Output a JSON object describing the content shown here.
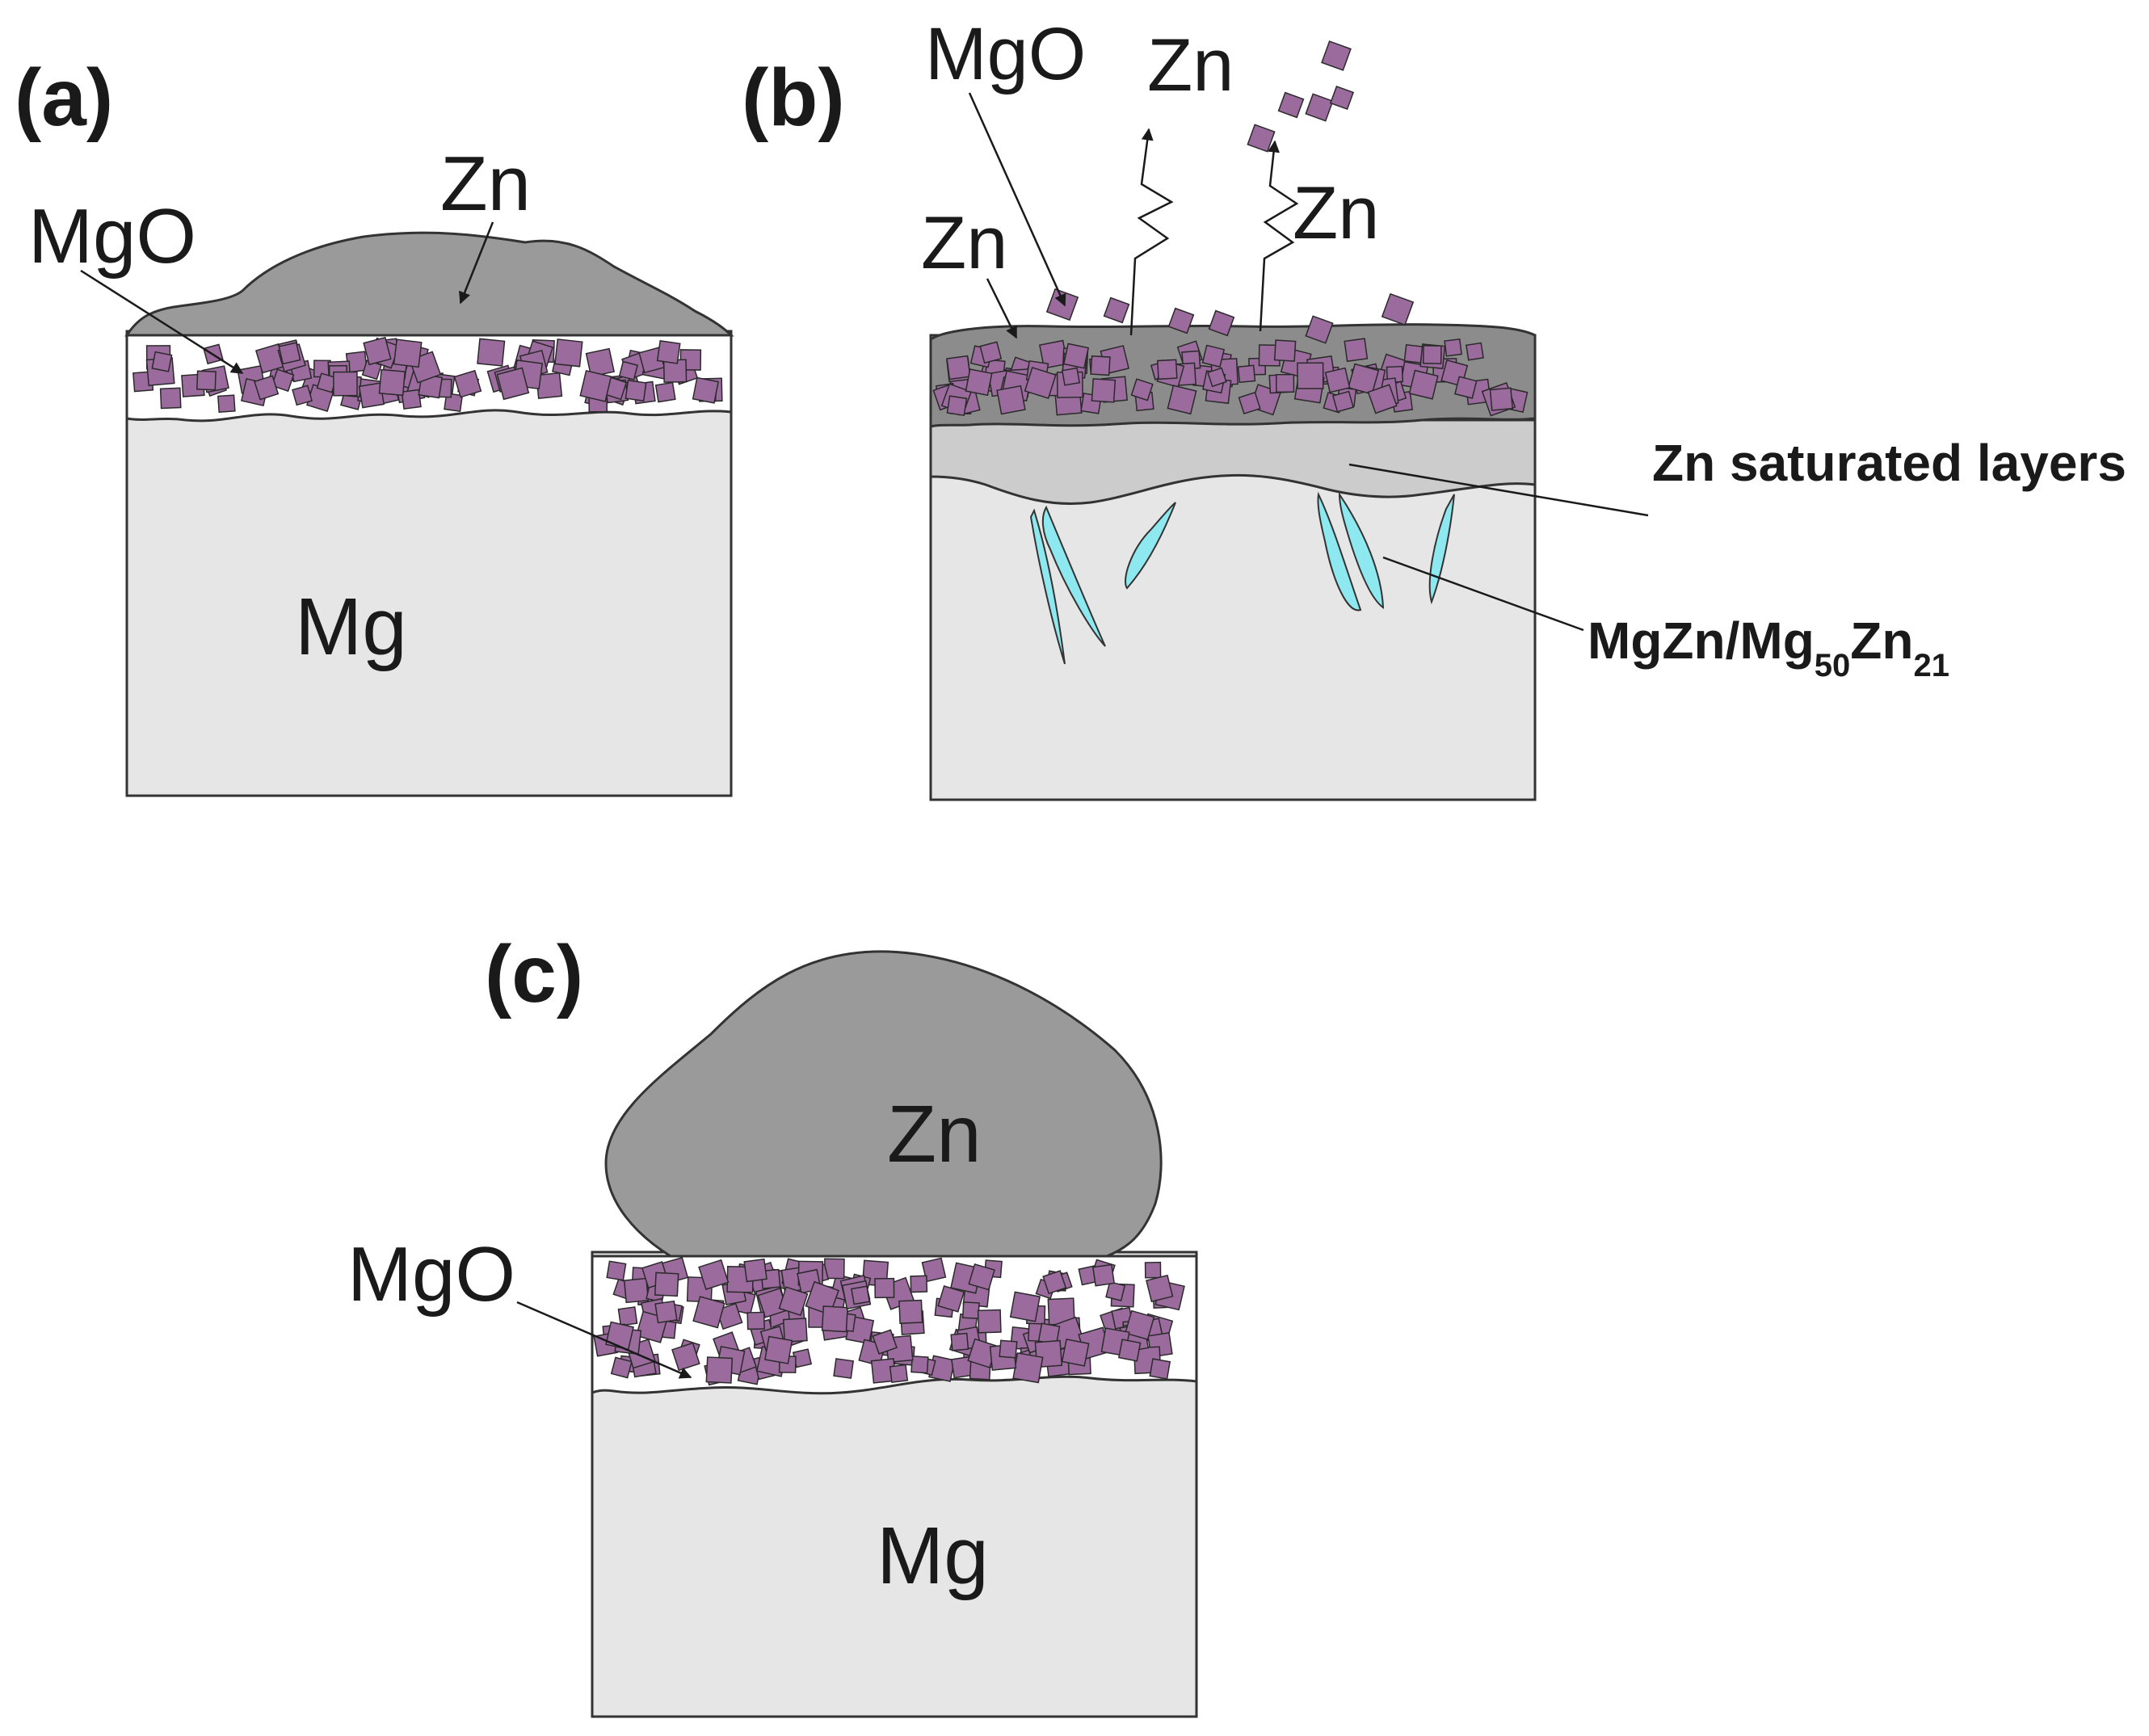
{
  "panels": {
    "a": {
      "label": "(a)",
      "zn_label": "Zn",
      "mgo_label": "MgO",
      "mg_label": "Mg"
    },
    "b": {
      "label": "(b)",
      "mgo_label": "MgO",
      "zn_left_label": "Zn",
      "zn_top_label": "Zn",
      "zn_right_label": "Zn",
      "saturated_label": "Zn saturated layers",
      "phase_label": {
        "p1": "MgZn/Mg",
        "s1": "50",
        "p2": "Zn",
        "s2": "21"
      }
    },
    "c": {
      "label": "(c)",
      "zn_label": "Zn",
      "mgo_label": "MgO",
      "mg_label": "Mg"
    }
  },
  "colors": {
    "mg": "#e6e6e6",
    "zn": "#9a9a9a",
    "zn_dark": "#8c8c8c",
    "saturated": "#cccccc",
    "mgo_particle": "#9b6b9e",
    "intermetallic": "#8ee8f0",
    "outline": "#333333"
  }
}
